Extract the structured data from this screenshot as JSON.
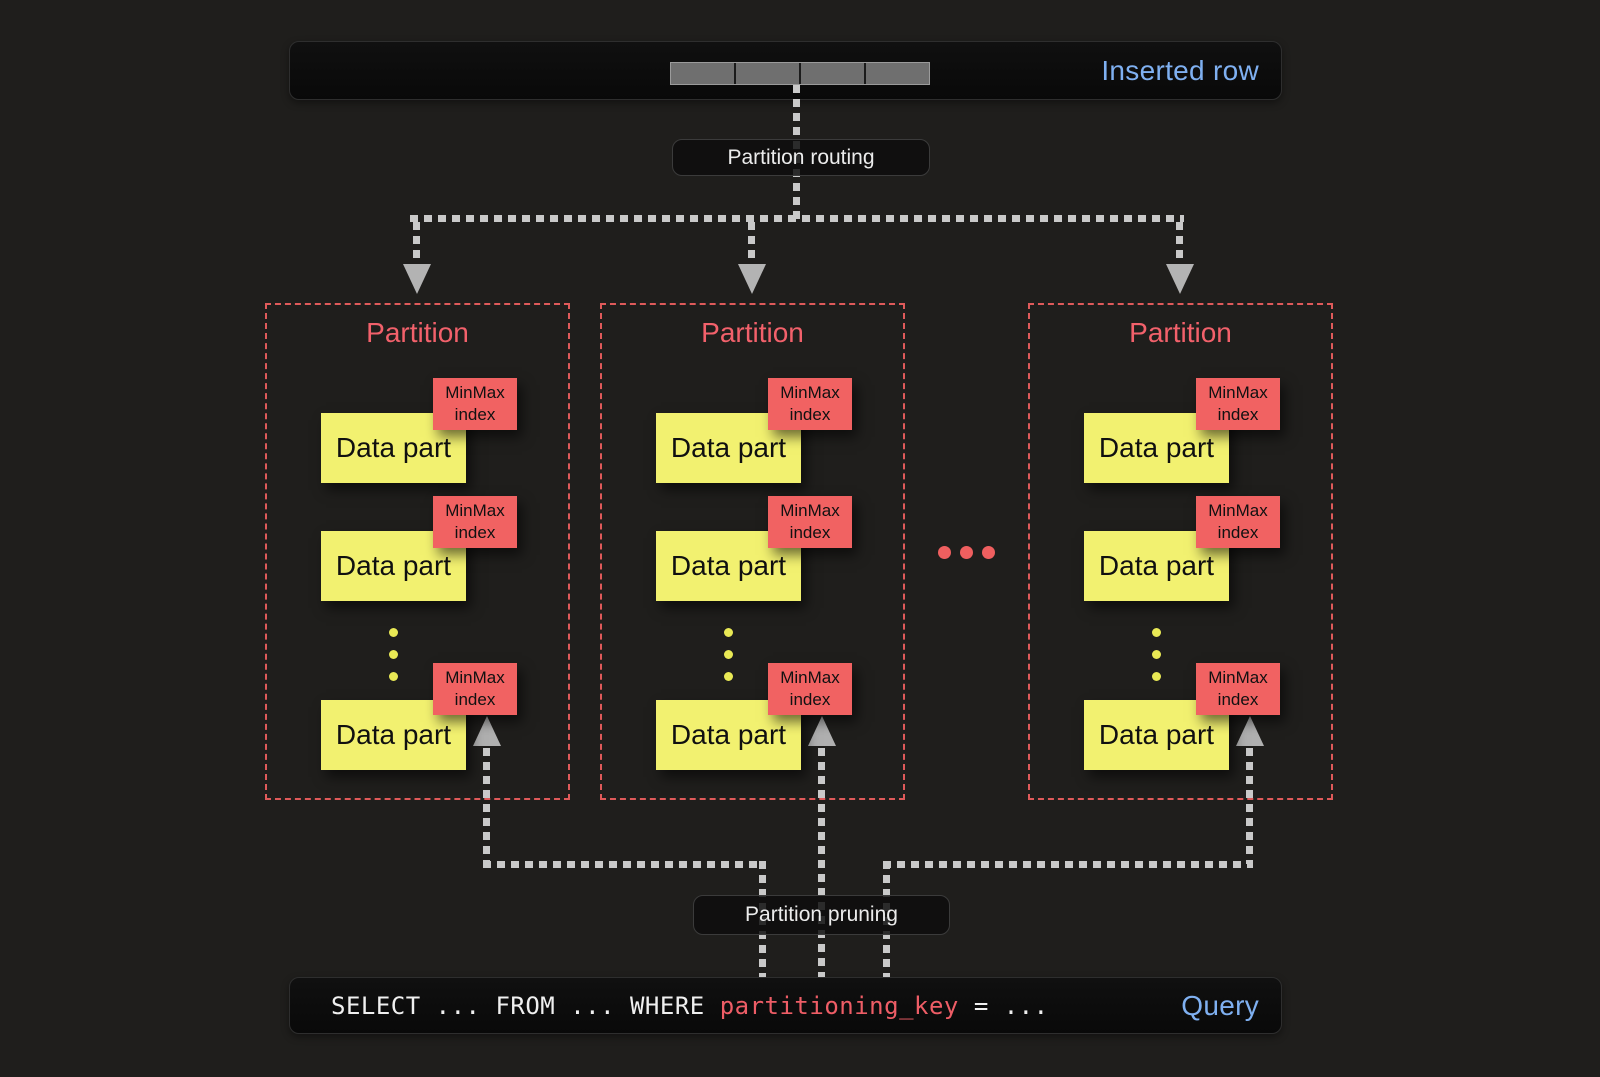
{
  "top_bar": {
    "label": "Inserted row",
    "cell_count": 4
  },
  "routing": {
    "label": "Partition routing"
  },
  "pruning": {
    "label": "Partition pruning"
  },
  "partitions": [
    {
      "title": "Partition",
      "parts": [
        {
          "label": "Data part",
          "index_label": "MinMax index"
        },
        {
          "label": "Data part",
          "index_label": "MinMax index"
        },
        {
          "label": "Data part",
          "index_label": "MinMax index"
        }
      ]
    },
    {
      "title": "Partition",
      "parts": [
        {
          "label": "Data part",
          "index_label": "MinMax index"
        },
        {
          "label": "Data part",
          "index_label": "MinMax index"
        },
        {
          "label": "Data part",
          "index_label": "MinMax index"
        }
      ]
    },
    {
      "title": "Partition",
      "parts": [
        {
          "label": "Data part",
          "index_label": "MinMax index"
        },
        {
          "label": "Data part",
          "index_label": "MinMax index"
        },
        {
          "label": "Data part",
          "index_label": "MinMax index"
        }
      ]
    }
  ],
  "query": {
    "code_prefix": "SELECT ... FROM ... WHERE ",
    "code_key": "partitioning_key",
    "code_suffix": " = ...",
    "label": "Query"
  },
  "colors": {
    "accent_blue": "#7fb0f1",
    "partition_red": "#f2616b",
    "data_part_yellow": "#f2f170",
    "minmax_red": "#f16262",
    "connector_gray": "#c9c9c9"
  }
}
